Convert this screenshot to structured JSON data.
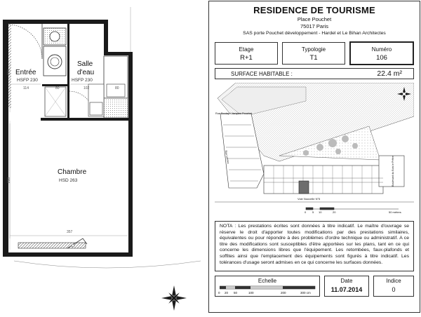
{
  "plan": {
    "rooms": [
      {
        "name": "Entrée",
        "code": "HSFP 230"
      },
      {
        "name": "Salle\nd'eau",
        "code": "HSFP 230"
      },
      {
        "name": "Chambre",
        "code": "HSD 263"
      }
    ],
    "dims": {
      "entree_width": "114",
      "sdb_width": "102",
      "shower_width": "80",
      "wc_width": "80",
      "upper_height": "274",
      "lower_height": "260",
      "total_width": "357"
    }
  },
  "sheet": {
    "title": "RESIDENCE DE TOURISME",
    "address1": "Place Pouchet",
    "address2": "75017 Paris",
    "credits": "SAS porte Pouchet développement - Hardel et Le Bihan Architectes",
    "cells": [
      {
        "label": "Etage",
        "value": "R+1"
      },
      {
        "label": "Typologie",
        "value": "T1"
      },
      {
        "label": "Numéro",
        "value": "106"
      }
    ],
    "surface_label": "SURFACE HABITABLE :",
    "surface_value": "22.4 m²",
    "map_labels": {
      "street1": "Rue Boulay / Jacques Pouchet",
      "street2": "Voie Nouvelle N°5",
      "street3": "Boulevard du Bois le Prêtre",
      "street4": "Rue Lantiez",
      "scale": [
        "0",
        "5",
        "10",
        "20",
        "50 mètres"
      ]
    },
    "note": "NOTA : Les prestations écrites sont données à titre indicatif. Le maître d'ouvrage se réserve le droit d'apporter toutes modifications par des prestations similaires, équivalentes ou pour répondre à des problèmes d'ordre technique ou administratif. A ce titre des modifications sont susceptibles d'être apportées sur les plans, tant en ce qui concerne les dimensions libres que l'équipement. Les retombées, faux-plafonds et soffites ainsi que l'emplacement des équipements sont figurés à titre indicatif. Les tolérances d'usage seront admises en ce qui concerne les surfaces données.",
    "footer": {
      "scale_label": "Echelle",
      "scale_ticks": [
        "0",
        "20",
        "50",
        "100",
        "200",
        "300 cm"
      ],
      "date_label": "Date",
      "date_value": "11.07.2014",
      "index_label": "Indice",
      "index_value": "0"
    }
  },
  "colors": {
    "ink": "#111111",
    "wall": "#1a1a1a",
    "shade": "#6d6d6d"
  }
}
